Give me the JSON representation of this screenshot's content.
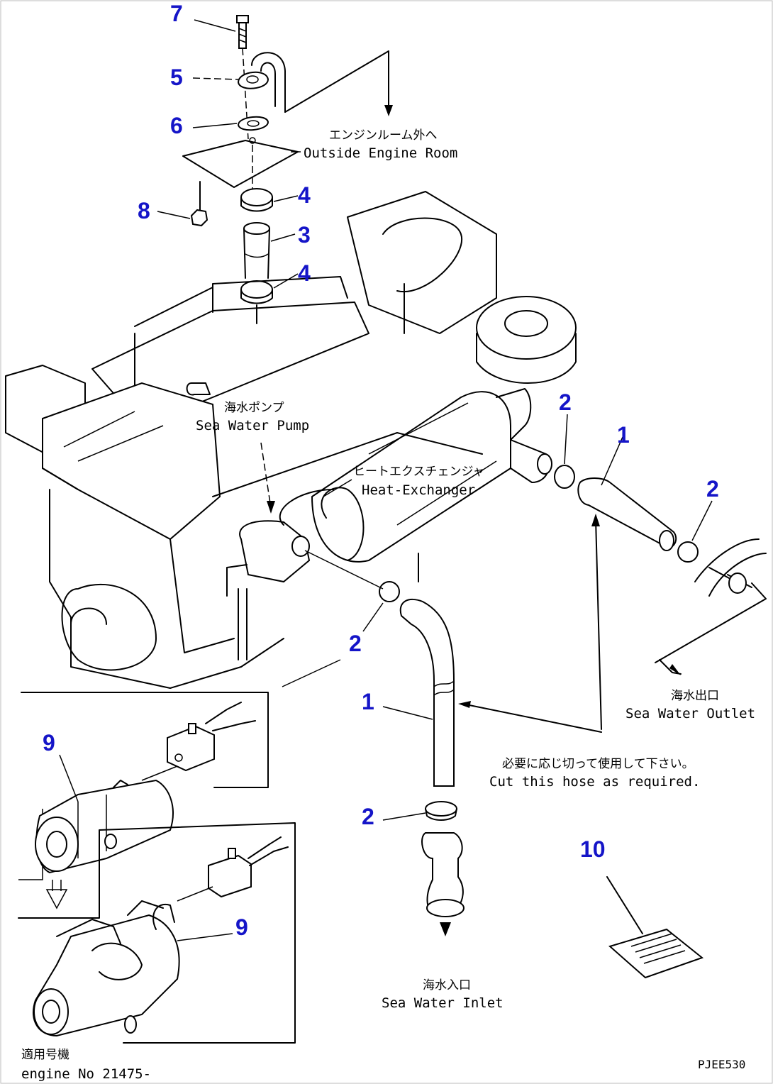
{
  "callouts": {
    "c7": "7",
    "c5": "5",
    "c6": "6",
    "c8": "8",
    "c4a": "4",
    "c3": "3",
    "c4b": "4",
    "c2a": "2",
    "c1a": "1",
    "c2b": "2",
    "c2c": "2",
    "c1b": "1",
    "c2d": "2",
    "c9a": "9",
    "c9b": "9",
    "c10": "10"
  },
  "labels": {
    "outside_engine_room_jp": "エンジンルーム外へ",
    "outside_engine_room_en": "Outside Engine Room",
    "sea_water_pump_jp": "海水ポンプ",
    "sea_water_pump_en": "Sea Water Pump",
    "heat_exchanger_jp": "ヒートエクスチェンジャ",
    "heat_exchanger_en": "Heat-Exchanger",
    "sea_water_outlet_jp": "海水出口",
    "sea_water_outlet_en": "Sea Water Outlet",
    "cut_hose_jp": "必要に応じ切って使用して下さい。",
    "cut_hose_en": "Cut this hose as required.",
    "sea_water_inlet_jp": "海水入口",
    "sea_water_inlet_en": "Sea Water Inlet",
    "applicable_jp": "適用号機",
    "engine_no": "engine No 21475-",
    "drawing_code": "PJEE530"
  }
}
